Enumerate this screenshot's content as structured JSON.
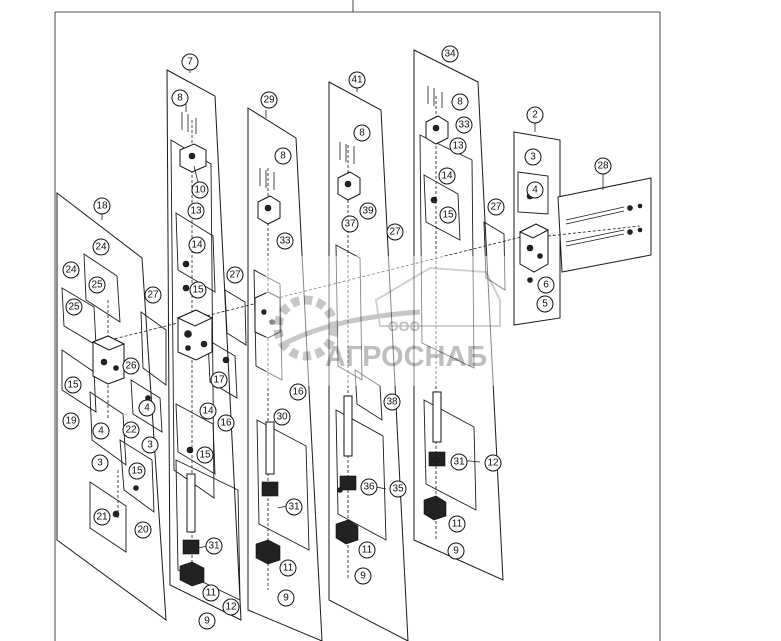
{
  "callouts": [
    {
      "id": "c7",
      "label": "7"
    },
    {
      "id": "c29",
      "label": "29"
    },
    {
      "id": "c41",
      "label": "41"
    },
    {
      "id": "c34",
      "label": "34"
    },
    {
      "id": "c2",
      "label": "2"
    },
    {
      "id": "c28",
      "label": "28"
    },
    {
      "id": "c18",
      "label": "18"
    },
    {
      "id": "c8a",
      "label": "8"
    },
    {
      "id": "c8b",
      "label": "8"
    },
    {
      "id": "c8c",
      "label": "8"
    },
    {
      "id": "c8d",
      "label": "8"
    },
    {
      "id": "c33a",
      "label": "33"
    },
    {
      "id": "c33b",
      "label": "33"
    },
    {
      "id": "c10",
      "label": "10"
    },
    {
      "id": "c39",
      "label": "39"
    },
    {
      "id": "c13a",
      "label": "13"
    },
    {
      "id": "c13b",
      "label": "13"
    },
    {
      "id": "c14a",
      "label": "14"
    },
    {
      "id": "c14b",
      "label": "14"
    },
    {
      "id": "c14c",
      "label": "14"
    },
    {
      "id": "c15a",
      "label": "15"
    },
    {
      "id": "c15b",
      "label": "15"
    },
    {
      "id": "c15c",
      "label": "15"
    },
    {
      "id": "c15d",
      "label": "15"
    },
    {
      "id": "c15e",
      "label": "15"
    },
    {
      "id": "c37",
      "label": "37"
    },
    {
      "id": "c27a",
      "label": "27"
    },
    {
      "id": "c27b",
      "label": "27"
    },
    {
      "id": "c27c",
      "label": "27"
    },
    {
      "id": "c27d",
      "label": "27"
    },
    {
      "id": "c3a",
      "label": "3"
    },
    {
      "id": "c3b",
      "label": "3"
    },
    {
      "id": "c3c",
      "label": "3"
    },
    {
      "id": "c4a",
      "label": "4"
    },
    {
      "id": "c4b",
      "label": "4"
    },
    {
      "id": "c4c",
      "label": "4"
    },
    {
      "id": "c6",
      "label": "6"
    },
    {
      "id": "c5",
      "label": "5"
    },
    {
      "id": "c24a",
      "label": "24"
    },
    {
      "id": "c24b",
      "label": "24"
    },
    {
      "id": "c25a",
      "label": "25"
    },
    {
      "id": "c25b",
      "label": "25"
    },
    {
      "id": "c26",
      "label": "26"
    },
    {
      "id": "c17",
      "label": "17"
    },
    {
      "id": "c16a",
      "label": "16"
    },
    {
      "id": "c16b",
      "label": "16"
    },
    {
      "id": "c38",
      "label": "38"
    },
    {
      "id": "c19",
      "label": "19"
    },
    {
      "id": "c22",
      "label": "22"
    },
    {
      "id": "c30",
      "label": "30"
    },
    {
      "id": "c31a",
      "label": "31"
    },
    {
      "id": "c31b",
      "label": "31"
    },
    {
      "id": "c31c",
      "label": "31"
    },
    {
      "id": "c36",
      "label": "36"
    },
    {
      "id": "c35",
      "label": "35"
    },
    {
      "id": "c12a",
      "label": "12"
    },
    {
      "id": "c12b",
      "label": "12"
    },
    {
      "id": "c11a",
      "label": "11"
    },
    {
      "id": "c11b",
      "label": "11"
    },
    {
      "id": "c11c",
      "label": "11"
    },
    {
      "id": "c11d",
      "label": "11"
    },
    {
      "id": "c9a",
      "label": "9"
    },
    {
      "id": "c9b",
      "label": "9"
    },
    {
      "id": "c9c",
      "label": "9"
    },
    {
      "id": "c9d",
      "label": "9"
    },
    {
      "id": "c21",
      "label": "21"
    },
    {
      "id": "c20",
      "label": "20"
    }
  ],
  "watermark": {
    "prefix": "ООО",
    "name": "АГРОСНАБ",
    "color": "#b0b0b0"
  }
}
